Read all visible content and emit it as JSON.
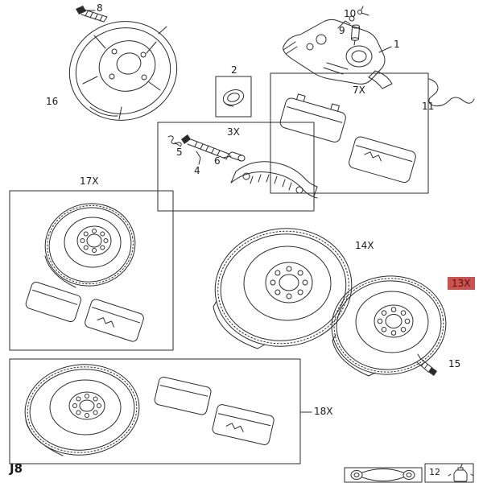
{
  "colors": {
    "line": "#2b2b2b",
    "background": "#ffffff",
    "highlight_bg": "#c9534f",
    "highlight_text": "#581111"
  },
  "page": {
    "code": "J8"
  },
  "callouts": {
    "c8": "8",
    "c16": "16",
    "c2": "2",
    "c3x": "3X",
    "c5": "5",
    "c4": "4",
    "c6": "6",
    "c1": "1",
    "c10": "10",
    "c9": "9",
    "c7x": "7X",
    "c11": "11",
    "c17x": "17X",
    "c14x": "14X",
    "c13x": "13X",
    "c15": "15",
    "c18x": "18X",
    "c12": "12"
  },
  "highlight": {
    "selected_callout": "13X"
  },
  "icons": {
    "tool": "pipe-tool-icon",
    "grease": "grease-bottle-icon"
  }
}
